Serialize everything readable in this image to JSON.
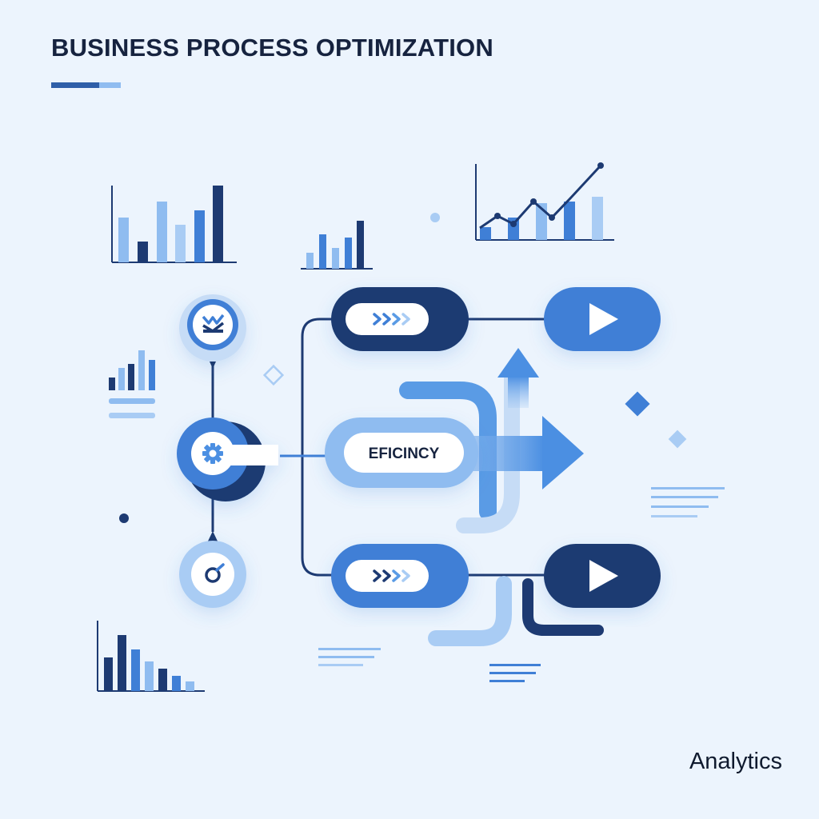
{
  "header": {
    "title": "BUSINESS PROCESS OPTIMIZATION"
  },
  "center_step": {
    "label": "EFICINCY"
  },
  "footer": {
    "label": "Analytics"
  },
  "colors": {
    "background": "#ecf4fd",
    "navy": "#1d3a72",
    "blue": "#3f7fd6",
    "light_blue": "#8fbcf0",
    "pale_blue": "#c6dcf6",
    "white": "#ffffff",
    "title_text": "#16233f"
  },
  "icons": {
    "top_node": "checkmark-crown-icon",
    "center_node": "gear-icon",
    "bottom_node": "target-icon",
    "step_arrows": "triple-chevron-icon",
    "end_nodes": "play-icon"
  }
}
